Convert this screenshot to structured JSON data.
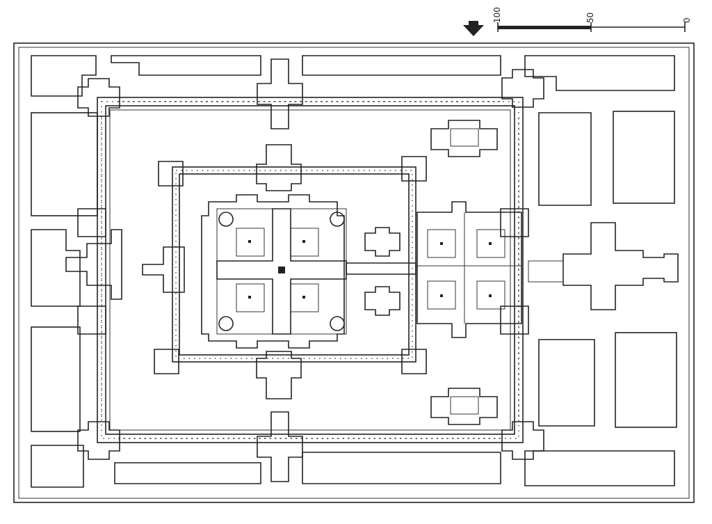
{
  "plan": {
    "scale_bar": {
      "labels": [
        "100",
        "50",
        "0"
      ]
    },
    "north_arrow": "arrow-down-icon",
    "colors": {
      "ink": "#222222",
      "paper": "#ffffff"
    }
  }
}
